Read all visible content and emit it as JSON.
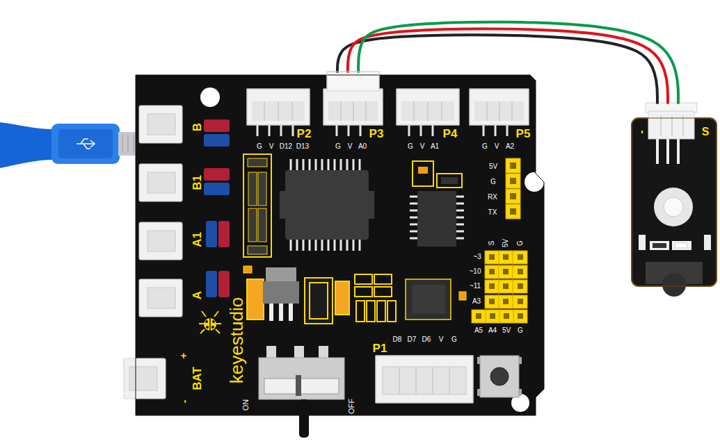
{
  "diagram": {
    "nodes": [
      {
        "text": [
          "keyestudio"
        ]
      },
      {
        "text": [
          "P2"
        ],
        "in": 0
      },
      {
        "text": [
          "P3"
        ],
        "in": 0
      },
      {
        "text": [
          "P4"
        ],
        "in": 0
      },
      {
        "text": [
          "P5"
        ],
        "in": 0
      },
      {
        "text": [
          "P1"
        ],
        "in": 0
      },
      {
        "text": [
          "-",
          "S"
        ]
      }
    ],
    "edges": [
      {
        "from": 2,
        "to": 6,
        "arrow": "none"
      },
      {
        "from": 2,
        "to": 6,
        "arrow": "none"
      },
      {
        "from": 2,
        "to": 6,
        "arrow": "none"
      }
    ],
    "labels": [
      "B",
      "B1",
      "A1",
      "A",
      "+",
      "BAT",
      "-",
      "G",
      "V",
      "D12",
      "D13",
      "G",
      "V",
      "A0",
      "G",
      "V",
      "A1",
      "G",
      "V",
      "A2",
      "5V",
      "G",
      "RX",
      "TX",
      "S",
      "5V",
      "G",
      "~3",
      "~10",
      "~11",
      "A3",
      "A5",
      "A4",
      "5V",
      "G",
      "D8",
      "D7",
      "D6",
      "V",
      "G",
      "ON",
      "OFF"
    ]
  }
}
